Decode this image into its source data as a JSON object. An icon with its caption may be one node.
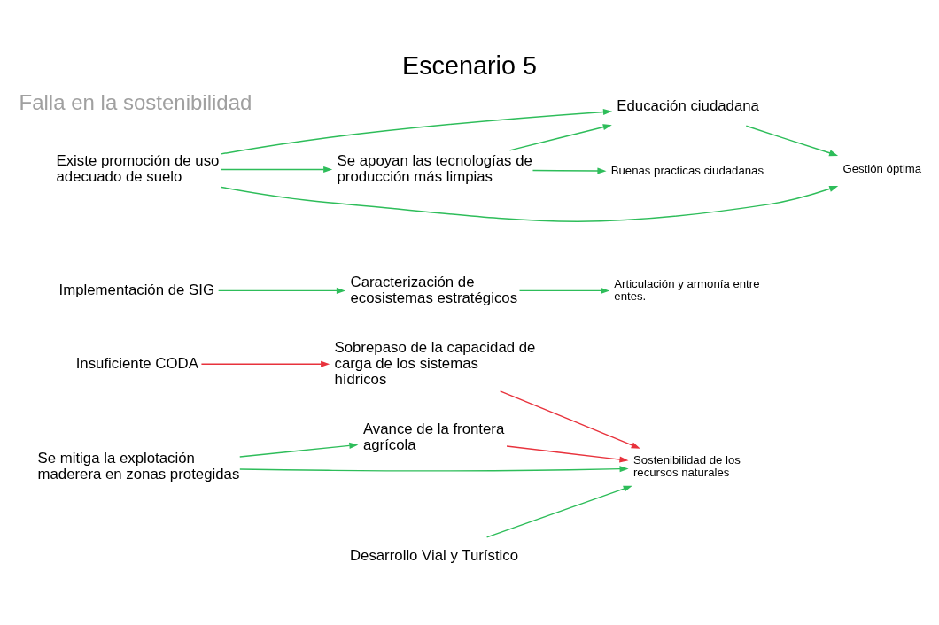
{
  "diagram": {
    "title": "Escenario 5",
    "nodes": [
      {
        "text": [
          "Insuficiente CODA"
        ]
      },
      {
        "text": [
          "Sobrepaso de la capacidad de carga de los sistemas hídricos"
        ]
      },
      {
        "text": [
          "Se mitiga la explotación maderera en zonas protegidas"
        ]
      },
      {
        "text": [
          "Avance de la frontera agrícola"
        ]
      },
      {
        "text": [
          "Implementación de SIG"
        ]
      },
      {
        "text": [
          "Caracterización de ecosistemas estratégicos"
        ]
      },
      {
        "text": [
          "Desarrollo Vial y Turístico"
        ]
      },
      {
        "text": [
          "Existe promoción de uso adecuado de suelo"
        ]
      },
      {
        "text": [
          "Educación ciudadana"
        ]
      },
      {
        "text": [
          "Se apoyan las tecnologías de producción más limpias"
        ]
      },
      {
        "text": [
          "Gestión óptima"
        ]
      },
      {
        "text": [
          "Sostenibilidad de los recursos naturales"
        ]
      },
      {
        "text": [
          "Articulación y armonía entre entes."
        ]
      },
      {
        "text": [
          "Buenas practicas ciudadanas"
        ]
      }
    ],
    "edges": [
      {
        "from": 0,
        "to": 1,
        "arrow": "to",
        "color": "#e8323c"
      },
      {
        "from": 1,
        "to": 11,
        "arrow": "to",
        "color": "#e8323c"
      },
      {
        "from": 2,
        "to": 11,
        "arrow": "to"
      },
      {
        "from": 2,
        "to": 3,
        "arrow": "to"
      },
      {
        "from": 3,
        "to": 11,
        "arrow": "to",
        "color": "#e8323c"
      },
      {
        "from": 4,
        "to": 5,
        "arrow": "to"
      },
      {
        "from": 5,
        "to": 12,
        "arrow": "to"
      },
      {
        "from": 6,
        "to": 11,
        "arrow": "to"
      },
      {
        "from": 7,
        "to": 10,
        "arrow": "to"
      },
      {
        "from": 7,
        "to": 8,
        "arrow": "to"
      },
      {
        "from": 7,
        "to": 9,
        "arrow": "to"
      },
      {
        "from": 9,
        "to": 8,
        "arrow": "to"
      },
      {
        "from": 8,
        "to": 10,
        "arrow": "to"
      },
      {
        "from": 9,
        "to": 13,
        "arrow": "to"
      }
    ],
    "labels": [
      "Falla en la sostenibilidad"
    ]
  }
}
